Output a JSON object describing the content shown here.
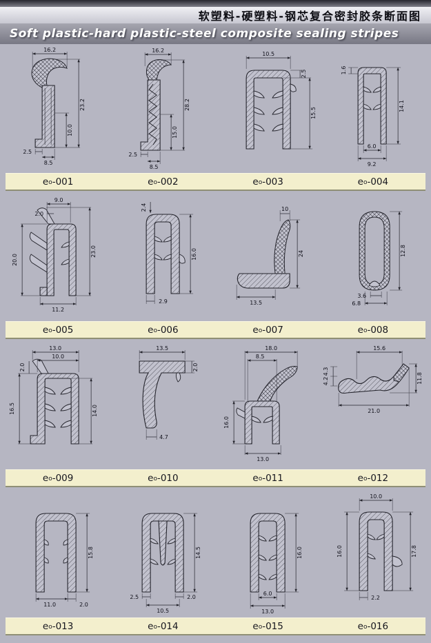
{
  "header": {
    "title_zh": "软塑料-硬塑料-钢芯复合密封胶条断面图",
    "title_en": "Soft plastic-hard plastic-steel composite sealing stripes"
  },
  "colors": {
    "page_background": "#b6b6c2",
    "label_strip_background": "#f3efcd",
    "header_band": "#84848e",
    "line_color": "#23232b"
  },
  "cells": [
    {
      "label": {
        "base": "e",
        "sub": "o",
        "num": "-001"
      },
      "dims": [
        "16.2",
        "23.2",
        "10.0",
        "2.5",
        "8.5"
      ]
    },
    {
      "label": {
        "base": "e",
        "sub": "o",
        "num": "-002"
      },
      "dims": [
        "16.2",
        "28.2",
        "15.0",
        "2.5",
        "8.5"
      ]
    },
    {
      "label": {
        "base": "e",
        "sub": "o",
        "num": "-003"
      },
      "dims": [
        "10.5",
        "2.5",
        "15.5"
      ]
    },
    {
      "label": {
        "base": "e",
        "sub": "o",
        "num": "-004"
      },
      "dims": [
        "1.6",
        "14.1",
        "6.0",
        "9.2"
      ]
    },
    {
      "label": {
        "base": "e",
        "sub": "o",
        "num": "-005"
      },
      "dims": [
        "9.0",
        "2.0",
        "20.0",
        "23.0",
        "11.2"
      ]
    },
    {
      "label": {
        "base": "e",
        "sub": "o",
        "num": "-006"
      },
      "dims": [
        "2.4",
        "16.0",
        "2.9"
      ]
    },
    {
      "label": {
        "base": "e",
        "sub": "o",
        "num": "-007"
      },
      "dims": [
        "10",
        "24",
        "13.5"
      ]
    },
    {
      "label": {
        "base": "e",
        "sub": "o",
        "num": "-008"
      },
      "dims": [
        "12.8",
        "3.6",
        "6.8"
      ]
    },
    {
      "label": {
        "base": "e",
        "sub": "o",
        "num": "-009"
      },
      "dims": [
        "13.0",
        "10.0",
        "2.0",
        "16.5",
        "14.0"
      ]
    },
    {
      "label": {
        "base": "e",
        "sub": "o",
        "num": "-010"
      },
      "dims": [
        "13.5",
        "2.0",
        "4.7"
      ]
    },
    {
      "label": {
        "base": "e",
        "sub": "o",
        "num": "-011"
      },
      "dims": [
        "18.0",
        "8.5",
        "16.0",
        "13.0"
      ]
    },
    {
      "label": {
        "base": "e",
        "sub": "o",
        "num": "-012"
      },
      "dims": [
        "15.6",
        "4.3",
        "4.2",
        "21.0",
        "11.8"
      ]
    },
    {
      "label": {
        "base": "e",
        "sub": "o",
        "num": "-013"
      },
      "dims": [
        "15.8",
        "11.0",
        "2.0"
      ]
    },
    {
      "label": {
        "base": "e",
        "sub": "o",
        "num": "-014"
      },
      "dims": [
        "14.5",
        "2.5",
        "10.5",
        "2.0"
      ]
    },
    {
      "label": {
        "base": "e",
        "sub": "o",
        "num": "-015"
      },
      "dims": [
        "16.0",
        "6.0",
        "13.0"
      ]
    },
    {
      "label": {
        "base": "e",
        "sub": "o",
        "num": "-016"
      },
      "dims": [
        "10.0",
        "16.0",
        "17.8",
        "2.2"
      ]
    }
  ]
}
